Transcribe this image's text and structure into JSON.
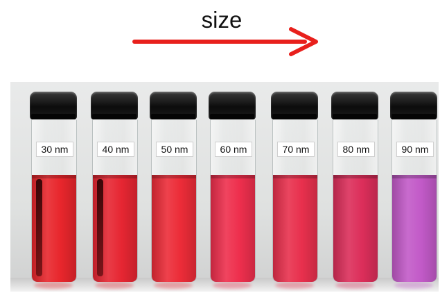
{
  "header": {
    "size_label": "size",
    "arrow_color": "#e8201c"
  },
  "vials": [
    {
      "label": "30 nm",
      "liquid_color": "#e8262c",
      "streak": true
    },
    {
      "label": "40 nm",
      "liquid_color": "#e62632",
      "streak": true
    },
    {
      "label": "50 nm",
      "liquid_color": "#ec2c38",
      "streak": false
    },
    {
      "label": "60 nm",
      "liquid_color": "#ee2f4d",
      "streak": false
    },
    {
      "label": "70 nm",
      "liquid_color": "#e8304d",
      "streak": false
    },
    {
      "label": "80 nm",
      "liquid_color": "#dc2e5a",
      "streak": false
    },
    {
      "label": "90 nm",
      "liquid_color": "#c25ac8",
      "streak": false
    }
  ]
}
